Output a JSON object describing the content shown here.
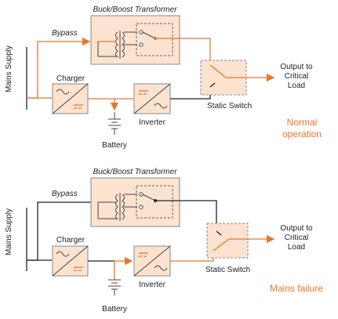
{
  "colors": {
    "active_path": "#e8762c",
    "inactive_path": "#222222",
    "component_fill": "#fbe3cf"
  },
  "diagram_top": {
    "transformer_label": "Buck/Boost Transformer",
    "bypass_label": "Bypass",
    "mains_label": "Mains Supply",
    "charger_label": "Charger",
    "inverter_label": "Inverter",
    "battery_label": "Battery",
    "static_switch_label": "Static Switch",
    "output_label_line1": "Output to",
    "output_label_line2": "Critical",
    "output_label_line3": "Load",
    "status_line1": "Normal",
    "status_line2": "operation"
  },
  "diagram_bottom": {
    "transformer_label": "Buck/Boost Transformer",
    "bypass_label": "Bypass",
    "mains_label": "Mains Supply",
    "charger_label": "Charger",
    "inverter_label": "Inverter",
    "battery_label": "Battery",
    "static_switch_label": "Static Switch",
    "output_label_line1": "Output to",
    "output_label_line2": "Critical",
    "output_label_line3": "Load",
    "status_line1": "Mains failure"
  }
}
